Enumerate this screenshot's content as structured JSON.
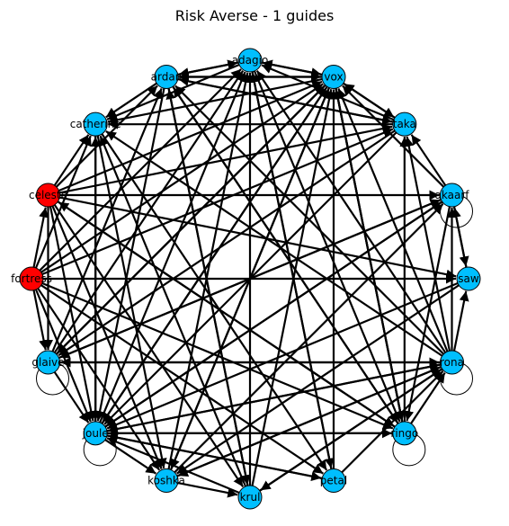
{
  "title": "Risk Averse - 1 guides",
  "colors": {
    "guide": "#ff0000",
    "agent": "#00bfff",
    "edge": "#000000"
  },
  "nodes": [
    {
      "id": "adagio",
      "label": "adagio",
      "role": "agent"
    },
    {
      "id": "vox",
      "label": "vox",
      "role": "agent"
    },
    {
      "id": "taka",
      "label": "taka",
      "role": "agent"
    },
    {
      "id": "akaarf",
      "label": "akaarf",
      "role": "agent"
    },
    {
      "id": "saw",
      "label": "saw",
      "role": "agent"
    },
    {
      "id": "rona",
      "label": "rona",
      "role": "agent"
    },
    {
      "id": "ringo",
      "label": "ringo",
      "role": "agent"
    },
    {
      "id": "petal",
      "label": "petal",
      "role": "agent"
    },
    {
      "id": "krul",
      "label": "krul",
      "role": "agent"
    },
    {
      "id": "koshka",
      "label": "koshka",
      "role": "agent"
    },
    {
      "id": "joule",
      "label": "joule",
      "role": "agent"
    },
    {
      "id": "glaive",
      "label": "glaive",
      "role": "agent"
    },
    {
      "id": "fortress",
      "label": "fortress",
      "role": "guide"
    },
    {
      "id": "celeste",
      "label": "celeste",
      "role": "guide"
    },
    {
      "id": "catherine",
      "label": "catherine",
      "role": "agent"
    },
    {
      "id": "ardan",
      "label": "ardan",
      "role": "agent"
    }
  ],
  "self_loops": [
    "akaarf",
    "rona",
    "ringo",
    "joule",
    "glaive"
  ],
  "edges": [
    [
      "adagio",
      "vox"
    ],
    [
      "vox",
      "adagio"
    ],
    [
      "ardan",
      "vox"
    ],
    [
      "vox",
      "ardan"
    ],
    [
      "adagio",
      "ardan"
    ],
    [
      "ardan",
      "adagio"
    ],
    [
      "vox",
      "catherine"
    ],
    [
      "adagio",
      "catherine"
    ],
    [
      "ardan",
      "catherine"
    ],
    [
      "taka",
      "vox"
    ],
    [
      "taka",
      "adagio"
    ],
    [
      "vox",
      "taka"
    ],
    [
      "ardan",
      "taka"
    ],
    [
      "taka",
      "ardan"
    ],
    [
      "taka",
      "catherine"
    ],
    [
      "akaarf",
      "vox"
    ],
    [
      "akaarf",
      "taka"
    ],
    [
      "saw",
      "akaarf"
    ],
    [
      "akaarf",
      "saw"
    ],
    [
      "rona",
      "saw"
    ],
    [
      "rona",
      "akaarf"
    ],
    [
      "rona",
      "taka"
    ],
    [
      "rona",
      "vox"
    ],
    [
      "rona",
      "adagio"
    ],
    [
      "rona",
      "ardan"
    ],
    [
      "rona",
      "catherine"
    ],
    [
      "rona",
      "glaive"
    ],
    [
      "rona",
      "joule"
    ],
    [
      "rona",
      "koshka"
    ],
    [
      "rona",
      "krul"
    ],
    [
      "ringo",
      "rona"
    ],
    [
      "ringo",
      "taka"
    ],
    [
      "ringo",
      "vox"
    ],
    [
      "ringo",
      "ardan"
    ],
    [
      "ringo",
      "celeste"
    ],
    [
      "ringo",
      "joule"
    ],
    [
      "petal",
      "rona"
    ],
    [
      "petal",
      "vox"
    ],
    [
      "petal",
      "adagio"
    ],
    [
      "krul",
      "rona"
    ],
    [
      "krul",
      "vox"
    ],
    [
      "krul",
      "adagio"
    ],
    [
      "krul",
      "ardan"
    ],
    [
      "krul",
      "catherine"
    ],
    [
      "koshka",
      "rona"
    ],
    [
      "koshka",
      "akaarf"
    ],
    [
      "koshka",
      "vox"
    ],
    [
      "koshka",
      "adagio"
    ],
    [
      "joule",
      "ringo"
    ],
    [
      "joule",
      "rona"
    ],
    [
      "joule",
      "akaarf"
    ],
    [
      "joule",
      "vox"
    ],
    [
      "joule",
      "adagio"
    ],
    [
      "joule",
      "catherine"
    ],
    [
      "joule",
      "petal"
    ],
    [
      "glaive",
      "akaarf"
    ],
    [
      "glaive",
      "rona"
    ],
    [
      "glaive",
      "vox"
    ],
    [
      "glaive",
      "adagio"
    ],
    [
      "glaive",
      "ardan"
    ],
    [
      "celeste",
      "catherine"
    ],
    [
      "celeste",
      "ardan"
    ],
    [
      "celeste",
      "vox"
    ],
    [
      "celeste",
      "taka"
    ],
    [
      "celeste",
      "akaarf"
    ],
    [
      "celeste",
      "saw"
    ],
    [
      "celeste",
      "ringo"
    ],
    [
      "celeste",
      "koshka"
    ],
    [
      "celeste",
      "joule"
    ],
    [
      "celeste",
      "glaive"
    ],
    [
      "celeste",
      "krul"
    ],
    [
      "fortress",
      "celeste"
    ],
    [
      "fortress",
      "catherine"
    ],
    [
      "fortress",
      "adagio"
    ],
    [
      "fortress",
      "vox"
    ],
    [
      "fortress",
      "saw"
    ],
    [
      "fortress",
      "ringo"
    ],
    [
      "fortress",
      "petal"
    ],
    [
      "fortress",
      "koshka"
    ],
    [
      "fortress",
      "joule"
    ],
    [
      "fortress",
      "glaive"
    ],
    [
      "fortress",
      "taka"
    ],
    [
      "catherine",
      "koshka"
    ],
    [
      "catherine",
      "petal"
    ],
    [
      "catherine",
      "joule"
    ],
    [
      "ardan",
      "krul"
    ],
    [
      "ardan",
      "ringo"
    ],
    [
      "ardan",
      "joule"
    ],
    [
      "adagio",
      "ringo"
    ],
    [
      "adagio",
      "petal"
    ],
    [
      "vox",
      "ringo"
    ],
    [
      "vox",
      "joule"
    ],
    [
      "vox",
      "glaive"
    ],
    [
      "vox",
      "koshka"
    ],
    [
      "taka",
      "joule"
    ],
    [
      "taka",
      "glaive"
    ],
    [
      "akaarf",
      "ringo"
    ],
    [
      "akaarf",
      "glaive"
    ],
    [
      "akaarf",
      "joule"
    ],
    [
      "saw",
      "joule"
    ],
    [
      "saw",
      "koshka"
    ],
    [
      "koshka",
      "krul"
    ],
    [
      "joule",
      "koshka"
    ],
    [
      "glaive",
      "joule"
    ],
    [
      "krul",
      "joule"
    ],
    [
      "vox",
      "ringo"
    ],
    [
      "petal",
      "joule"
    ]
  ]
}
